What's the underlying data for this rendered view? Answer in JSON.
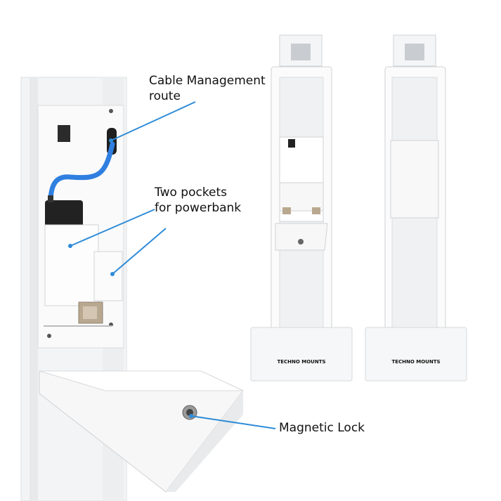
{
  "callouts": {
    "cable_management": {
      "line1": "Cable Management",
      "line2": "route"
    },
    "pockets": {
      "line1": "Two pockets",
      "line2": "for powerbank"
    },
    "magnetic_lock": {
      "line1": "Magnetic Lock"
    }
  },
  "kiosk_front": {
    "brand": "TECHNO MOUNTS"
  },
  "kiosk_back": {
    "brand": "TECHNO MOUNTS"
  },
  "colors": {
    "leader_line": "#2e8bd8",
    "cable": "#2f7fe0",
    "panel": "#f4f5f6"
  }
}
